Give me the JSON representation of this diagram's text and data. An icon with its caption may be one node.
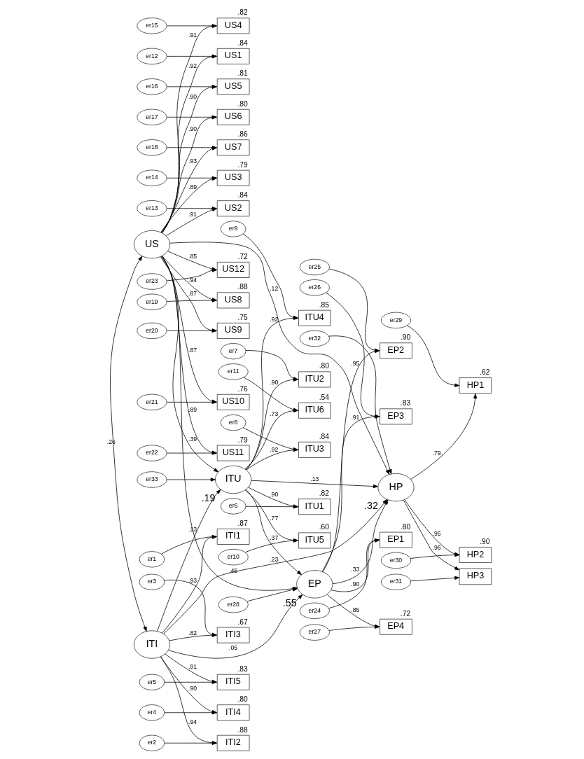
{
  "diagram": {
    "nodes": [
      {
        "text": [
          "ITI"
        ]
      },
      {
        "text": [
          "HP"
        ],
        "beside": [
          ".32"
        ]
      },
      {
        "text": [
          "ITU"
        ],
        "beside": [
          ".19"
        ]
      },
      {
        "text": [
          "EP"
        ],
        "beside": [
          ".55"
        ]
      },
      {
        "text": [
          "US"
        ]
      },
      {
        "text": [
          "ITI1"
        ],
        "beside": [
          ".87"
        ]
      },
      {
        "text": [
          "ITI2"
        ],
        "beside": [
          ".88"
        ]
      },
      {
        "text": [
          "ITI3"
        ],
        "beside": [
          ".67"
        ]
      },
      {
        "text": [
          "ITI4"
        ],
        "beside": [
          ".80"
        ]
      },
      {
        "text": [
          "ITI5"
        ],
        "beside": [
          ".83"
        ]
      },
      {
        "text": [
          "ITU1"
        ],
        "beside": [
          ".82"
        ]
      },
      {
        "text": [
          "ITU2"
        ],
        "beside": [
          ".80"
        ]
      },
      {
        "text": [
          "ITU3"
        ],
        "beside": [
          ".84"
        ]
      },
      {
        "text": [
          "ITU4"
        ],
        "beside": [
          ".85"
        ]
      },
      {
        "text": [
          "ITU5"
        ],
        "beside": [
          ".60"
        ]
      },
      {
        "text": [
          "ITU6"
        ],
        "beside": [
          ".54"
        ]
      },
      {
        "text": [
          "HP1"
        ],
        "beside": [
          ".62"
        ]
      },
      {
        "text": [
          "HP2"
        ],
        "beside": [
          ".90"
        ]
      },
      {
        "text": [
          "HP3"
        ]
      },
      {
        "text": [
          "EP1"
        ],
        "beside": [
          ".80"
        ]
      },
      {
        "text": [
          "EP2"
        ],
        "beside": [
          ".90"
        ]
      },
      {
        "text": [
          "EP3"
        ],
        "beside": [
          ".83"
        ]
      },
      {
        "text": [
          "EP4"
        ],
        "beside": [
          ".72"
        ]
      },
      {
        "text": [
          "US1"
        ],
        "beside": [
          ".84"
        ]
      },
      {
        "text": [
          "US2"
        ],
        "beside": [
          ".84"
        ]
      },
      {
        "text": [
          "US3"
        ],
        "beside": [
          ".79"
        ]
      },
      {
        "text": [
          "US4"
        ],
        "beside": [
          ".82"
        ]
      },
      {
        "text": [
          "US5"
        ],
        "beside": [
          ".81"
        ]
      },
      {
        "text": [
          "US6"
        ],
        "beside": [
          ".80"
        ]
      },
      {
        "text": [
          "US7"
        ],
        "beside": [
          ".86"
        ]
      },
      {
        "text": [
          "US8"
        ],
        "beside": [
          ".88"
        ]
      },
      {
        "text": [
          "US9"
        ],
        "beside": [
          ".75"
        ]
      },
      {
        "text": [
          "US10"
        ],
        "beside": [
          ".76"
        ]
      },
      {
        "text": [
          "US11"
        ],
        "beside": [
          ".79"
        ]
      },
      {
        "text": [
          "US12"
        ],
        "beside": [
          ".72"
        ]
      },
      {
        "text": [
          "er1"
        ]
      },
      {
        "text": [
          "er2"
        ]
      },
      {
        "text": [
          "er3"
        ]
      },
      {
        "text": [
          "er4"
        ]
      },
      {
        "text": [
          "er5"
        ]
      },
      {
        "text": [
          "er6"
        ]
      },
      {
        "text": [
          "er7"
        ]
      },
      {
        "text": [
          "er8"
        ]
      },
      {
        "text": [
          "er9"
        ]
      },
      {
        "text": [
          "er10"
        ]
      },
      {
        "text": [
          "er11"
        ]
      },
      {
        "text": [
          "er12"
        ]
      },
      {
        "text": [
          "er13"
        ]
      },
      {
        "text": [
          "er14"
        ]
      },
      {
        "text": [
          "er15"
        ]
      },
      {
        "text": [
          "er16"
        ]
      },
      {
        "text": [
          "er17"
        ]
      },
      {
        "text": [
          "er18"
        ]
      },
      {
        "text": [
          "er19"
        ]
      },
      {
        "text": [
          "er20"
        ]
      },
      {
        "text": [
          "er21"
        ]
      },
      {
        "text": [
          "er22"
        ]
      },
      {
        "text": [
          "er23"
        ]
      },
      {
        "text": [
          "er24"
        ]
      },
      {
        "text": [
          "er25"
        ]
      },
      {
        "text": [
          "er26"
        ]
      },
      {
        "text": [
          "er27"
        ]
      },
      {
        "text": [
          "er28"
        ]
      },
      {
        "text": [
          "er29"
        ]
      },
      {
        "text": [
          "er30"
        ]
      },
      {
        "text": [
          "er31"
        ]
      },
      {
        "text": [
          "er32"
        ]
      },
      {
        "text": [
          "er33"
        ]
      }
    ],
    "edges": [
      {
        "from": 0,
        "to": 1,
        "arrow": "to",
        "label": ".23"
      },
      {
        "from": 0,
        "to": 2,
        "arrow": "to",
        "label": ".13"
      },
      {
        "from": 0,
        "to": 3,
        "arrow": "to",
        "label": ".05"
      },
      {
        "from": 2,
        "to": 1,
        "arrow": "to",
        "label": ".13"
      },
      {
        "from": 2,
        "to": 3,
        "arrow": "to",
        "label": ".37"
      },
      {
        "from": 3,
        "to": 1,
        "arrow": "to",
        "label": ".33"
      },
      {
        "from": 4,
        "to": 1,
        "arrow": "to",
        "label": ".12"
      },
      {
        "from": 4,
        "to": 3,
        "arrow": "to",
        "label": ".45"
      },
      {
        "from": 4,
        "to": 2,
        "arrow": "to",
        "label": ".39"
      },
      {
        "from": 0,
        "to": 4,
        "arrow": "both",
        "label": ".26"
      },
      {
        "from": 0,
        "to": 5,
        "arrow": "to",
        "label": ".93"
      },
      {
        "from": 0,
        "to": 6,
        "arrow": "to",
        "label": ".94"
      },
      {
        "from": 0,
        "to": 7,
        "arrow": "to",
        "label": ".82"
      },
      {
        "from": 0,
        "to": 8,
        "arrow": "to",
        "label": ".90"
      },
      {
        "from": 0,
        "to": 9,
        "arrow": "to",
        "label": ".91"
      },
      {
        "from": 2,
        "to": 10,
        "arrow": "to",
        "label": ".90"
      },
      {
        "from": 2,
        "to": 11,
        "arrow": "to",
        "label": ".90"
      },
      {
        "from": 2,
        "to": 12,
        "arrow": "to",
        "label": ".92"
      },
      {
        "from": 2,
        "to": 13,
        "arrow": "to",
        "label": ".92"
      },
      {
        "from": 2,
        "to": 14,
        "arrow": "to",
        "label": ".77"
      },
      {
        "from": 2,
        "to": 15,
        "arrow": "to",
        "label": ".73"
      },
      {
        "from": 1,
        "to": 16,
        "arrow": "to",
        "label": ".79"
      },
      {
        "from": 1,
        "to": 17,
        "arrow": "to",
        "label": ".95"
      },
      {
        "from": 1,
        "to": 18,
        "arrow": "to",
        "label": ".96"
      },
      {
        "from": 3,
        "to": 19,
        "arrow": "to",
        "label": ".90"
      },
      {
        "from": 3,
        "to": 20,
        "arrow": "to",
        "label": ".95"
      },
      {
        "from": 3,
        "to": 21,
        "arrow": "to",
        "label": ".91"
      },
      {
        "from": 3,
        "to": 22,
        "arrow": "to",
        "label": ".85"
      },
      {
        "from": 4,
        "to": 23,
        "arrow": "to",
        "label": ".92"
      },
      {
        "from": 4,
        "to": 24,
        "arrow": "to",
        "label": ".91"
      },
      {
        "from": 4,
        "to": 25,
        "arrow": "to",
        "label": ".89"
      },
      {
        "from": 4,
        "to": 26,
        "arrow": "to",
        "label": ".91"
      },
      {
        "from": 4,
        "to": 27,
        "arrow": "to",
        "label": ".90"
      },
      {
        "from": 4,
        "to": 28,
        "arrow": "to",
        "label": ".90"
      },
      {
        "from": 4,
        "to": 29,
        "arrow": "to",
        "label": ".93"
      },
      {
        "from": 4,
        "to": 30,
        "arrow": "to",
        "label": ".94"
      },
      {
        "from": 4,
        "to": 31,
        "arrow": "to",
        "label": ".87"
      },
      {
        "from": 4,
        "to": 32,
        "arrow": "to",
        "label": ".87"
      },
      {
        "from": 4,
        "to": 33,
        "arrow": "to",
        "label": ".89"
      },
      {
        "from": 4,
        "to": 34,
        "arrow": "to",
        "label": ".85"
      },
      {
        "from": 35,
        "to": 5,
        "arrow": "to"
      },
      {
        "from": 36,
        "to": 6,
        "arrow": "to"
      },
      {
        "from": 37,
        "to": 7,
        "arrow": "to"
      },
      {
        "from": 38,
        "to": 8,
        "arrow": "to"
      },
      {
        "from": 39,
        "to": 9,
        "arrow": "to"
      },
      {
        "from": 40,
        "to": 10,
        "arrow": "to"
      },
      {
        "from": 41,
        "to": 11,
        "arrow": "to"
      },
      {
        "from": 42,
        "to": 12,
        "arrow": "to"
      },
      {
        "from": 43,
        "to": 13,
        "arrow": "to"
      },
      {
        "from": 44,
        "to": 14,
        "arrow": "to"
      },
      {
        "from": 45,
        "to": 15,
        "arrow": "to"
      },
      {
        "from": 46,
        "to": 23,
        "arrow": "to"
      },
      {
        "from": 47,
        "to": 24,
        "arrow": "to"
      },
      {
        "from": 48,
        "to": 25,
        "arrow": "to"
      },
      {
        "from": 49,
        "to": 26,
        "arrow": "to"
      },
      {
        "from": 50,
        "to": 27,
        "arrow": "to"
      },
      {
        "from": 51,
        "to": 28,
        "arrow": "to"
      },
      {
        "from": 52,
        "to": 29,
        "arrow": "to"
      },
      {
        "from": 53,
        "to": 30,
        "arrow": "to"
      },
      {
        "from": 54,
        "to": 31,
        "arrow": "to"
      },
      {
        "from": 55,
        "to": 32,
        "arrow": "to"
      },
      {
        "from": 56,
        "to": 33,
        "arrow": "to"
      },
      {
        "from": 57,
        "to": 34,
        "arrow": "to"
      },
      {
        "from": 58,
        "to": 19,
        "arrow": "to"
      },
      {
        "from": 59,
        "to": 20,
        "arrow": "to"
      },
      {
        "from": 60,
        "to": 21,
        "arrow": "to"
      },
      {
        "from": 61,
        "to": 22,
        "arrow": "to"
      },
      {
        "from": 62,
        "to": 3,
        "arrow": "to"
      },
      {
        "from": 63,
        "to": 16,
        "arrow": "to"
      },
      {
        "from": 64,
        "to": 17,
        "arrow": "to"
      },
      {
        "from": 65,
        "to": 18,
        "arrow": "to"
      },
      {
        "from": 66,
        "to": 1,
        "arrow": "to"
      },
      {
        "from": 67,
        "to": 2,
        "arrow": "to"
      }
    ]
  }
}
